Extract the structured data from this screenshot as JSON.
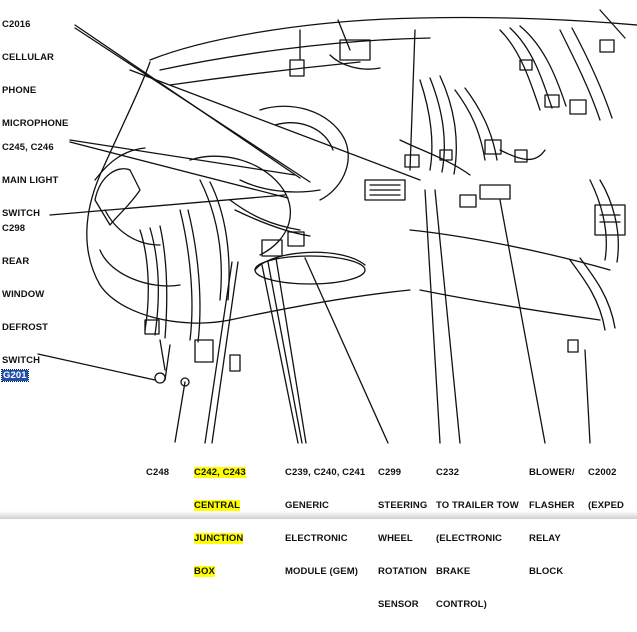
{
  "diagram": {
    "callouts": [
      {
        "id": "cellular",
        "lines": [
          "C2016",
          "CELLULAR",
          "PHONE",
          "MICROPHONE"
        ]
      },
      {
        "id": "main-light",
        "lines": [
          "C245, C246",
          "MAIN LIGHT",
          "SWITCH"
        ]
      },
      {
        "id": "defrost",
        "lines": [
          "C298",
          "REAR",
          "WINDOW",
          "DEFROST",
          "SWITCH"
        ]
      },
      {
        "id": "g201",
        "lines": [
          "G201"
        ]
      },
      {
        "id": "c248",
        "lines": [
          "C248"
        ]
      },
      {
        "id": "central-junction",
        "lines": [
          "C242, C243",
          "CENTRAL",
          "JUNCTION",
          "BOX"
        ]
      },
      {
        "id": "gem",
        "lines": [
          "C239, C240, C241",
          "GENERIC",
          "ELECTRONIC",
          "MODULE (GEM)"
        ]
      },
      {
        "id": "steering",
        "lines": [
          "C299",
          "STEERING",
          "WHEEL",
          "ROTATION",
          "SENSOR"
        ]
      },
      {
        "id": "trailer",
        "lines": [
          "C232",
          "TO TRAILER TOW",
          "(ELECTRONIC",
          "BRAKE",
          "CONTROL)"
        ]
      },
      {
        "id": "blower",
        "lines": [
          "BLOWER/",
          "FLASHER",
          "RELAY",
          "BLOCK"
        ]
      },
      {
        "id": "c2002",
        "lines": [
          "C2002",
          "(EXPED"
        ]
      }
    ],
    "highlight_color": "#ffff00",
    "selection_color": "#1f4fa8"
  }
}
